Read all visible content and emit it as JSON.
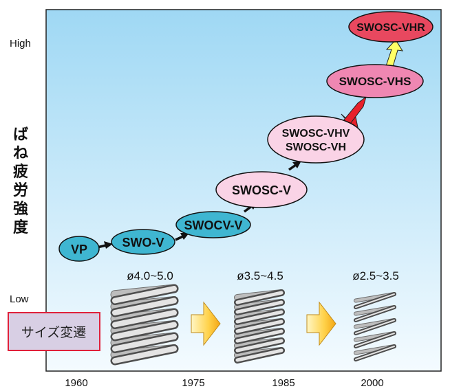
{
  "y_axis": {
    "high_label": "High",
    "low_label": "Low",
    "title_chars": [
      "ば",
      "ね",
      "疲",
      "労",
      "強",
      "度"
    ]
  },
  "x_axis": {
    "years": [
      "1960",
      "1975",
      "1985",
      "2000"
    ]
  },
  "materials": [
    {
      "label": "VP",
      "fill": "#3fb6d1"
    },
    {
      "label": "SWO-V",
      "fill": "#3fb6d1"
    },
    {
      "label": "SWOCV-V",
      "fill": "#3fb6d1"
    },
    {
      "label": "SWOSC-V",
      "fill": "#fad3e6"
    },
    {
      "label_line1": "SWOSC-VHV",
      "label_line2": "SWOSC-VH",
      "fill": "#fad3e6"
    },
    {
      "label": "SWOSC-VHS",
      "fill": "#ef87b2"
    },
    {
      "label": "SWOSC-VHR",
      "fill": "#e8485f"
    }
  ],
  "size_transition": {
    "label": "サイズ変遷",
    "diameters": [
      "ø4.0~5.0",
      "ø3.5~4.5",
      "ø2.5~3.5"
    ]
  },
  "colors": {
    "plot_bg_top": "#9fd8f4",
    "plot_bg_bottom": "#f4fbff",
    "black_arrow": "#111111",
    "red_arrow": "#e8202a",
    "yellow_arrow": "#ffff66",
    "size_box_fill": "#d8cfe4",
    "size_box_border": "#e0203a"
  }
}
